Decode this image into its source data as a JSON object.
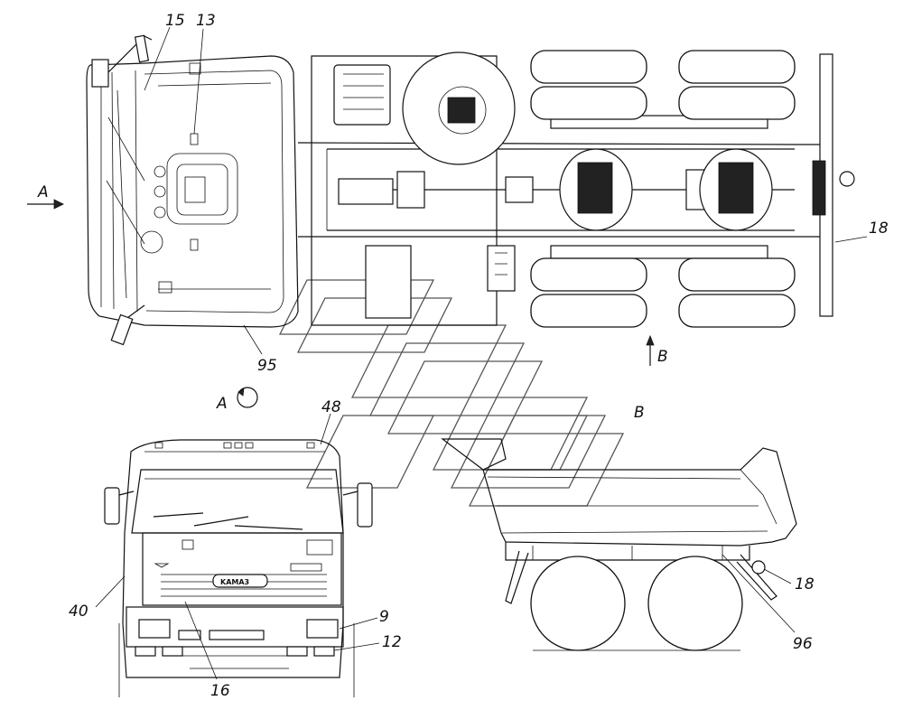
{
  "views": {
    "top_view": "",
    "front_view": "",
    "rear_view": ""
  },
  "view_markers": {
    "arrow_a": "A",
    "rotate_a": "A",
    "arrow_b": "B",
    "view_b_title": "B"
  },
  "brand_text": "KAMA3",
  "callouts": {
    "c15": "15",
    "c13": "13",
    "c18_top": "18",
    "c95": "95",
    "c48": "48",
    "c40": "40",
    "c9": "9",
    "c12": "12",
    "c16": "16",
    "c18_rear": "18",
    "c96": "96"
  },
  "colors": {
    "line": "#111111",
    "background": "#ffffff",
    "watermark": "#555555"
  }
}
